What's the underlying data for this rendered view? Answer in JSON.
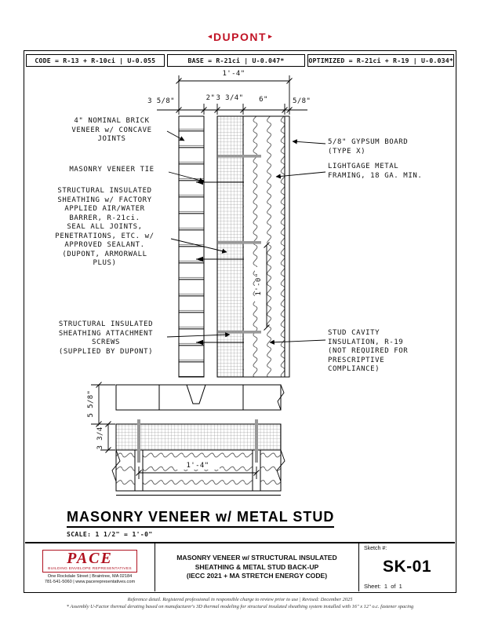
{
  "logo": {
    "left_mark": "◂",
    "brand": "DUPONT",
    "right_mark": "▸"
  },
  "code_bar": {
    "code": "CODE = R-13 + R-10ci | U-0.055",
    "base": "BASE = R-21ci | U-0.047*",
    "optimized": "OPTIMIZED = R-21ci + R-19 | U-0.034*"
  },
  "section": {
    "dims": {
      "overall": "1'-4\"",
      "d1": "3 5/8\"",
      "d2": "2\"",
      "d3": "3 3/4\"",
      "d4": "6\"",
      "d5": "5/8\"",
      "height": "1'-0\""
    },
    "labels_left": [
      "4\" NOMINAL BRICK\nVENEER w/ CONCAVE\nJOINTS",
      "MASONRY VENEER TIE",
      "STRUCTURAL INSULATED\nSHEATHING w/ FACTORY\nAPPLIED AIR/WATER\nBARRER, R-21ci.\nSEAL ALL JOINTS,\nPENETRATIONS, ETC. w/\nAPPROVED SEALANT.\n(DUPONT, ARMORWALL\nPLUS)",
      "STRUCTURAL INSULATED\nSHEATHING ATTACHMENT\nSCREWS\n(SUPPLIED BY DUPONT)"
    ],
    "labels_right": [
      "5/8\" GYPSUM BOARD\n(TYPE X)",
      "LIGHTGAGE METAL\nFRAMING, 18 GA. MIN.",
      "STUD CAVITY\nINSULATION, R-19\n(NOT REQUIRED FOR\nPRESCRIPTIVE\nCOMPLIANCE)"
    ]
  },
  "plan": {
    "dims": {
      "brick_airspace": "5 5/8\"",
      "sheathing": "3 3/4\"",
      "stud_spacing": "1'-4\""
    }
  },
  "title": {
    "main": "MASONRY VENEER w/ METAL STUD",
    "scale": "SCALE: 1 1/2\" = 1'-0\""
  },
  "title_block": {
    "pace": {
      "name": "PACE",
      "tagline": "BUILDING ENVELOPE REPRESENTATIVES",
      "address": "One Rockdale Street | Braintree, MA 02184",
      "contact": "781-541-5060 | www.pacerepresentatives.com"
    },
    "description": "MASONRY VENEER w/ STRUCTURAL INSULATED\nSHEATHING & METAL STUD BACK-UP\n(IECC 2021 + MA STRETCH ENERGY CODE)",
    "sketch_label": "Sketch #:",
    "sketch_number": "SK-01",
    "sheet": "Sheet:  1  of  1"
  },
  "footer": {
    "line1": "Reference detail.  Registered professional in responsible charge to review prior to use  |  Revised: December 2025",
    "line2": "* Assembly U-Factor thermal derating based on manufacturer's 3D thermal modeling for structural insulated sheathing system installed with 16\" x 12\" o.c. fastener spacing"
  }
}
